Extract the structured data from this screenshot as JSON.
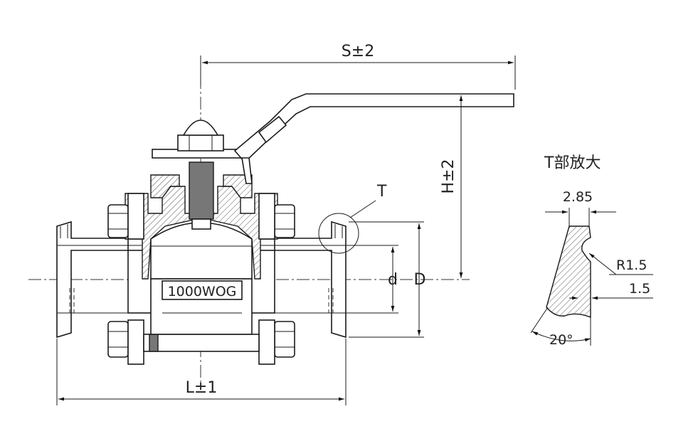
{
  "dimensions": {
    "stroke_length": "S±2",
    "height": "H±2",
    "length": "L±1",
    "inner_diameter": "d",
    "outer_diameter": "D",
    "detail_ref": "T"
  },
  "body_label": "1000WOG",
  "detail": {
    "title": "T部放大",
    "width": "2.85",
    "radius": "R1.5",
    "depth": "1.5",
    "angle": "20°"
  }
}
